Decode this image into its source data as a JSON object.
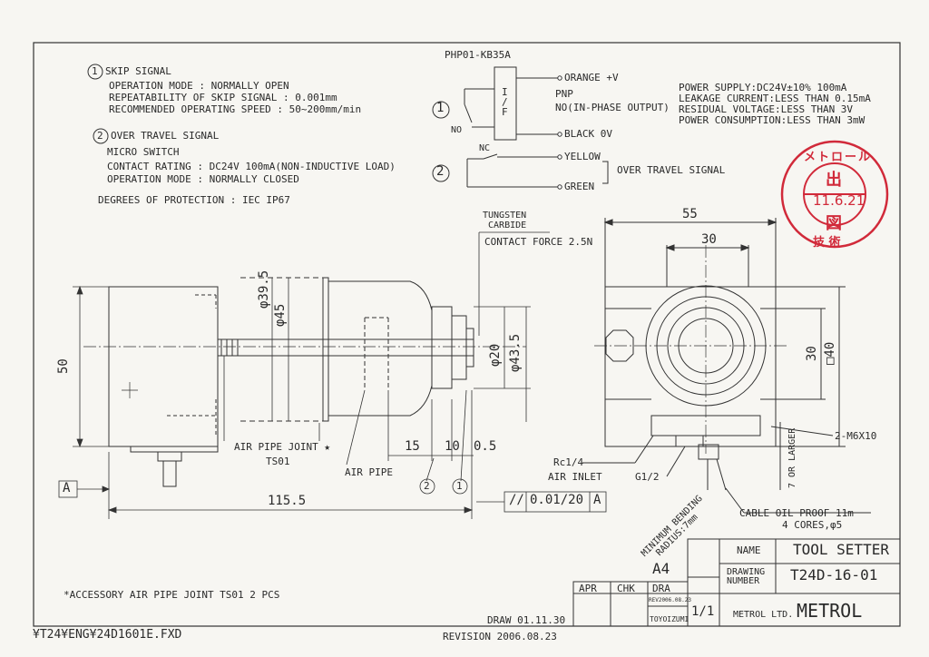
{
  "header": {
    "part_code": "PHP01-KB35A"
  },
  "notes": {
    "skip_signal": {
      "number": "1",
      "title": "SKIP SIGNAL",
      "lines": [
        "OPERATION MODE : NORMALLY OPEN",
        "REPEATABILITY OF SKIP SIGNAL : 0.001mm",
        "RECOMMENDED OPERATING SPEED : 50~200mm/min"
      ]
    },
    "over_travel": {
      "number": "2",
      "title": "OVER TRAVEL SIGNAL",
      "lines": [
        "MICRO SWITCH",
        "CONTACT RATING : DC24V 100mA(NON-INDUCTIVE LOAD)",
        "OPERATION MODE : NORMALLY CLOSED"
      ]
    },
    "protection": "DEGREES OF PROTECTION : IEC IP67",
    "accessory": "*ACCESSORY AIR PIPE JOINT TS01 2 PCS"
  },
  "circuit": {
    "circle1": "1",
    "circle2": "2",
    "if_label": "I\n/\nF",
    "no_label": "NO",
    "nc_label": "NC",
    "orange": "ORANGE +V",
    "pnp": "PNP",
    "no_phase": "NO(IN-PHASE OUTPUT)",
    "black": "BLACK 0V",
    "yellow": "YELLOW",
    "green": "GREEN",
    "over_travel_signal": "OVER TRAVEL SIGNAL"
  },
  "specs": [
    "POWER SUPPLY:DC24V±10% 100mA",
    "LEAKAGE CURRENT:LESS THAN 0.15mA",
    "RESIDUAL VOLTAGE:LESS THAN 3V",
    "POWER CONSUMPTION:LESS THAN 3mW"
  ],
  "stamp": {
    "top": "メトロール",
    "mid_top": "出",
    "date": "11.6.21",
    "mid_bottom": "図",
    "bottom": "技 術"
  },
  "dimensions": {
    "tungsten": "TUNGSTEN\n CARBIDE",
    "contact_force": "CONTACT FORCE 2.5N",
    "d395": "φ39.5",
    "d45": "φ45",
    "d20": "φ20",
    "d435": "φ43.5",
    "h50": "50",
    "len155": "115.5",
    "d15": "15",
    "d10": "10",
    "d05": "0.5",
    "w55": "55",
    "w30": "30",
    "h30": "30",
    "sq40": "□40",
    "m6": "2-M6X10",
    "or_larger": "7 OR LARGER",
    "rc14": "Rc1/4",
    "air_inlet": "AIR INLET",
    "g12": "G1/2",
    "min_bend": "MINIMUM BENDING\n  RADIUS:7mm",
    "cable": "CABLE OIL PROOF 11m",
    "cores": "4 CORES,φ5",
    "air_pipe_joint": "AIR PIPE JOINT ★",
    "ts01": "TS01",
    "air_pipe": "AIR PIPE",
    "datum_a": "A",
    "tolerance": [
      "//",
      "0.01/20",
      "A"
    ],
    "circle_2": "2",
    "circle_1": "1"
  },
  "title_block": {
    "size": "A4",
    "apr": "APR",
    "chk": "CHK",
    "dra": "DRA",
    "rev_small": "REV2006.08.23",
    "drafter": "TOYOIZUMI",
    "scale": "1/1",
    "name_label": "NAME",
    "name_value": "TOOL SETTER",
    "drawing_label": "DRAWING\nNUMBER",
    "drawing_value": "T24D-16-01",
    "company": "METROL",
    "logo_small": "METROL LTD.",
    "draw_date": "DRAW 01.11.30",
    "revision": "REVISION 2006.08.23"
  },
  "footer": {
    "file_path": "¥T24¥ENG¥24D1601E.FXD"
  }
}
